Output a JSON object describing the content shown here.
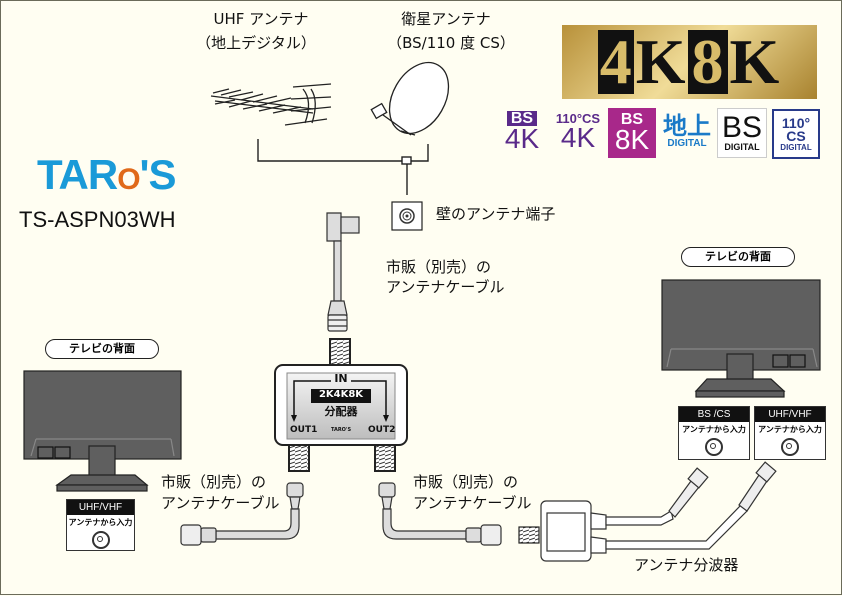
{
  "brand": {
    "logo_parts": [
      "TAR",
      "O",
      "'S"
    ],
    "model": "TS-ASPN03WH",
    "colors": {
      "blue": "#1a9ad8",
      "orange": "#e06a1a"
    }
  },
  "antennas": {
    "uhf_label_line1": "UHF アンテナ",
    "uhf_label_line2": "（地上デジタル）",
    "sat_label_line1": "衛星アンテナ",
    "sat_label_line2": "（BS/110 度 CS）"
  },
  "wall_outlet_label": "壁のアンテナ端子",
  "cable_label": {
    "line1": "市販（別売）の",
    "line2": "アンテナケーブル"
  },
  "splitter": {
    "in_label": "IN",
    "band_label": "2K4K8K",
    "name": "分配器",
    "out1": "OUT1",
    "out2": "OUT2",
    "maker": "TARO'S"
  },
  "tv_left": {
    "pill": "テレビの背面",
    "ports": [
      {
        "header": "UHF/VHF",
        "sub": "アンテナから入力"
      }
    ]
  },
  "tv_right": {
    "pill": "テレビの背面",
    "ports": [
      {
        "header": "BS /CS",
        "sub": "アンテナから入力"
      },
      {
        "header": "UHF/VHF",
        "sub": "アンテナから入力"
      }
    ]
  },
  "diplexer_label": "アンテナ分波器",
  "logo_4k8k": {
    "chars": [
      "4",
      "K",
      "8",
      "K"
    ],
    "gold": "#c8a84a"
  },
  "service_badges": [
    {
      "top": "BS",
      "bottom": "4K",
      "color": "#5a2a8a"
    },
    {
      "top": "110°CS",
      "bottom": "4K",
      "color": "#5a2a8a"
    },
    {
      "top": "BS",
      "bottom": "8K",
      "color": "#a8288a"
    },
    {
      "top": "地上",
      "bottom": "DIGITAL",
      "color": "#1a7ac8"
    },
    {
      "top": "BS",
      "bottom": "DIGITAL",
      "color": "#111111"
    },
    {
      "top": "110°",
      "mid": "CS",
      "bottom": "DIGITAL",
      "color": "#283a8a"
    }
  ]
}
